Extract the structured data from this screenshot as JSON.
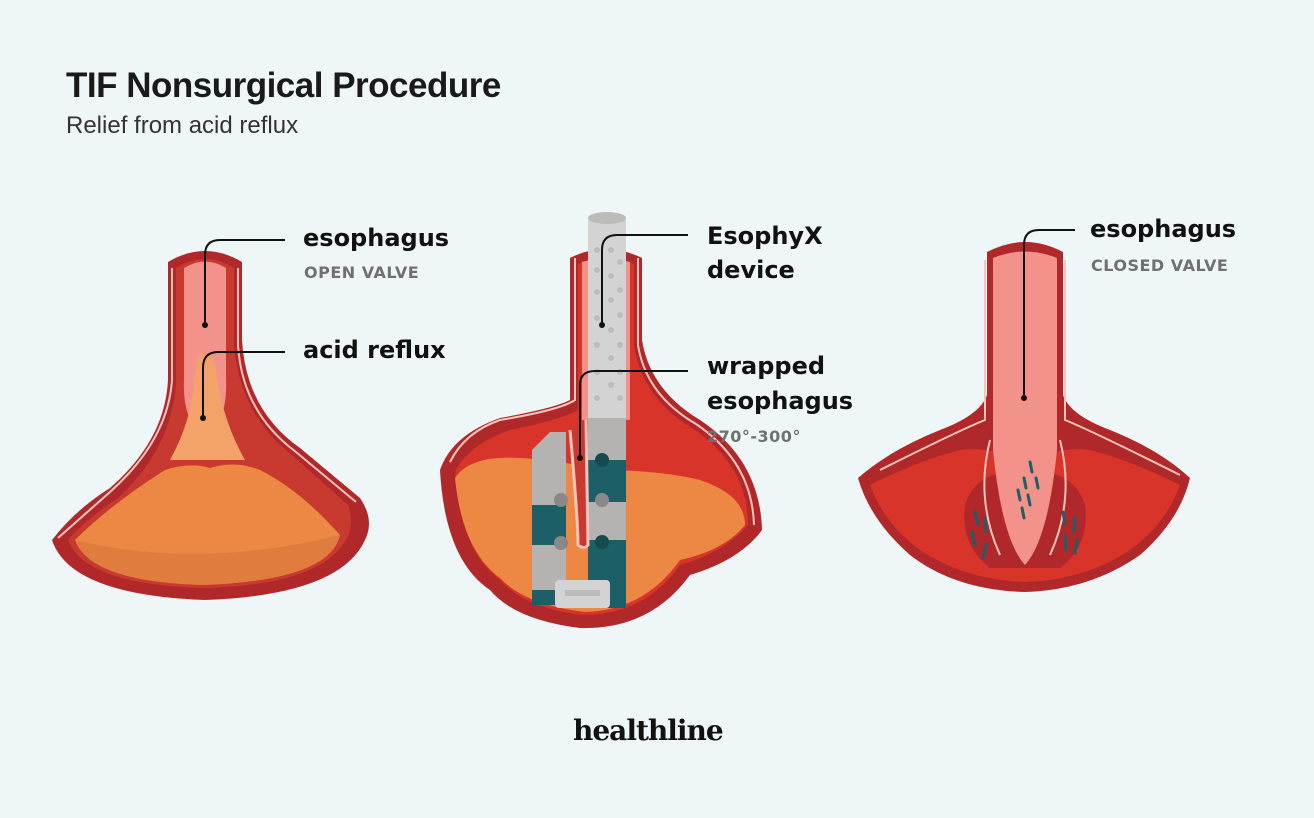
{
  "header": {
    "title": "TIF Nonsurgical Procedure",
    "subtitle": "Relief from acid reflux"
  },
  "panels": [
    {
      "name": "open-valve",
      "labels": [
        {
          "text": "esophagus",
          "sub": "OPEN VALVE"
        },
        {
          "text": "acid reflux"
        }
      ]
    },
    {
      "name": "procedure",
      "labels": [
        {
          "text_line1": "EsophyX",
          "text_line2": "device"
        },
        {
          "text_line1": "wrapped",
          "text_line2": "esophagus",
          "sub": "270°-300°"
        }
      ]
    },
    {
      "name": "closed-valve",
      "labels": [
        {
          "text": "esophagus",
          "sub": "CLOSED VALVE"
        }
      ]
    }
  ],
  "footer": {
    "logo": "healthline"
  },
  "colors": {
    "background": "#eef6f8",
    "wall_dark": "#b0282a",
    "wall": "#c83a30",
    "mucosa": "#f2928a",
    "acid": "#ec8844",
    "device_gray": "#bdbbbb",
    "device_teal": "#1d5f66",
    "text": "#111111",
    "subtext": "#707070"
  }
}
